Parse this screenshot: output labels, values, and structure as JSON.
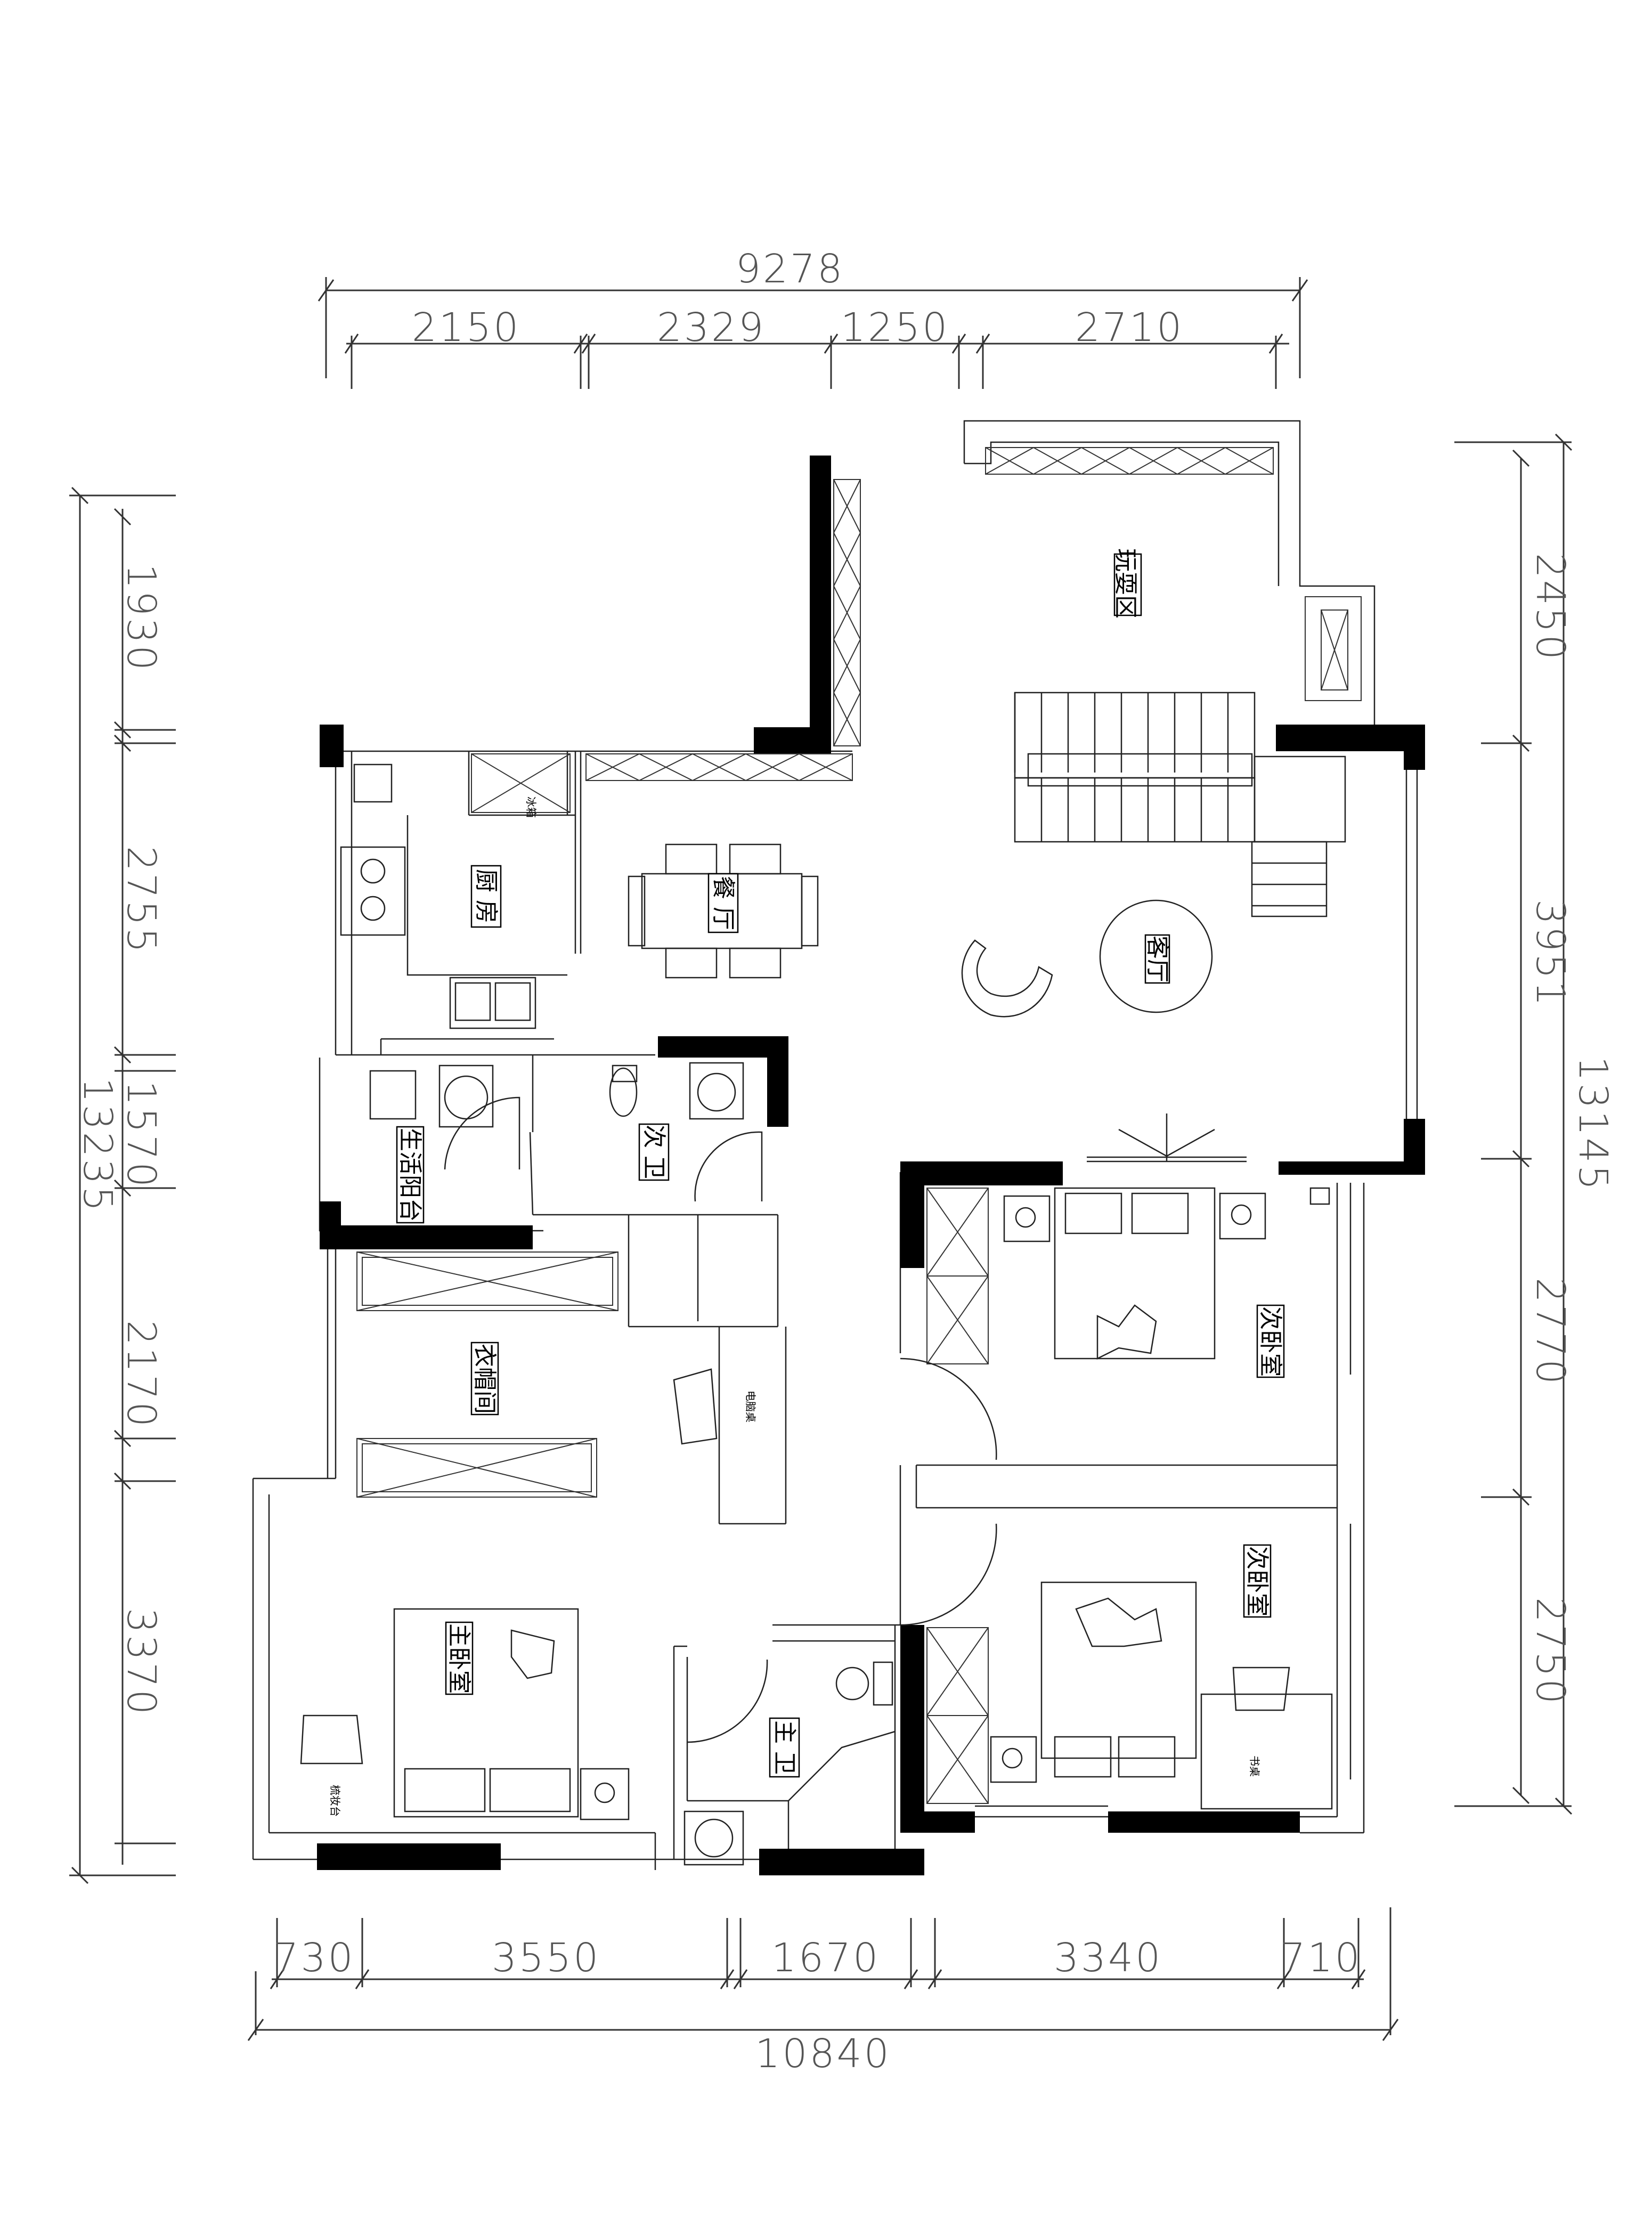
{
  "dimensions": {
    "top_total": "9278",
    "top_segments": [
      "2150",
      "2329",
      "1250",
      "2710"
    ],
    "bottom_total": "10840",
    "bottom_segments": [
      "730",
      "3550",
      "1670",
      "3340",
      "710"
    ],
    "left_total": "13235",
    "left_segments": [
      "1930",
      "2755",
      "1570",
      "2170",
      "3370"
    ],
    "right_total": "13145",
    "right_segments": [
      "2450",
      "3951",
      "2770",
      "2750"
    ]
  },
  "rooms": {
    "play_area": "玩耍区",
    "kitchen": "厨 房",
    "dining": "餐 厅",
    "living": "客厅",
    "utility_balcony": "生活阳台",
    "second_bath": "次 卫",
    "cloakroom": "衣帽间",
    "secondary_bedroom_1": "次卧室",
    "secondary_bedroom_2": "次卧室",
    "master_bedroom": "主卧室",
    "master_bath": "主 卫"
  },
  "furniture_labels": {
    "computer_desk": "电脑桌",
    "dressing_table": "梳妆台",
    "study_desk": "书桌",
    "fridge": "冰箱"
  }
}
